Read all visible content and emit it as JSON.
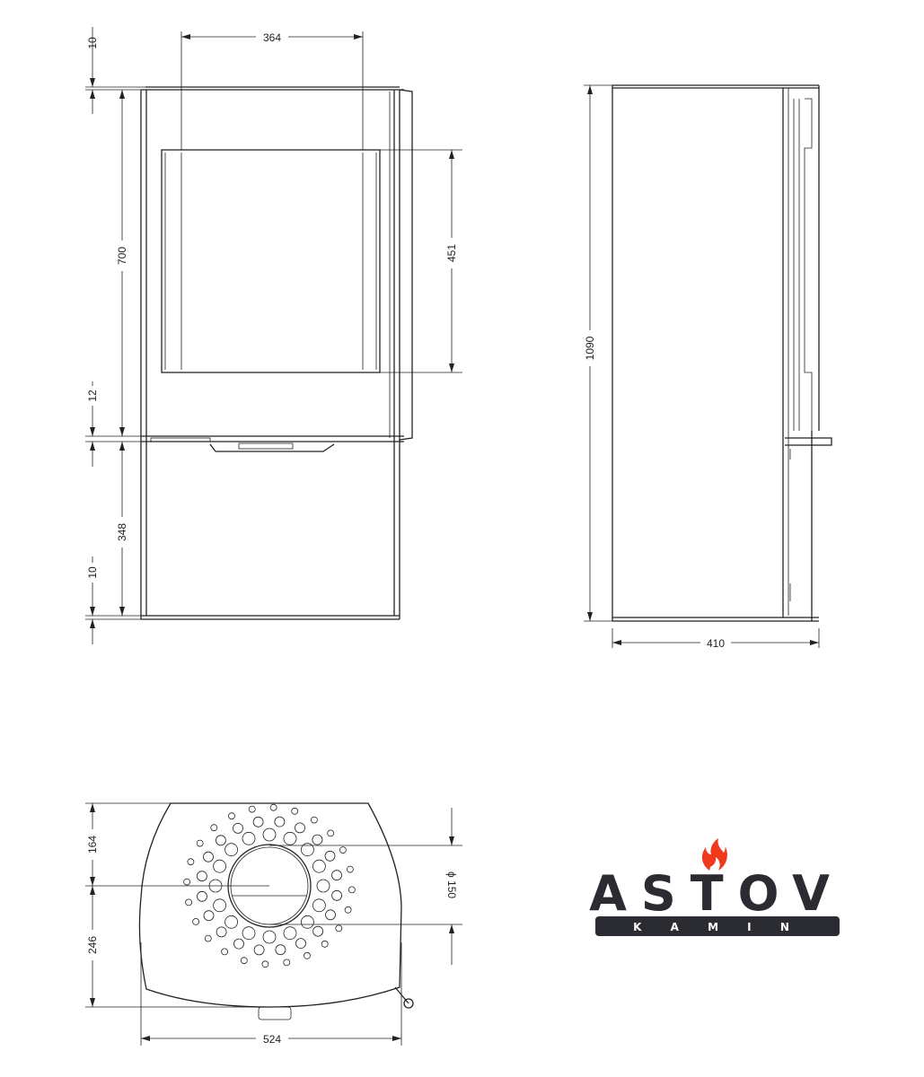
{
  "front_view": {
    "dims": {
      "top_width": "364",
      "top_cap": "10",
      "upper_height": "700",
      "glass_height": "451",
      "mid_gap": "12",
      "lower_height": "348",
      "bottom_plate": "10"
    }
  },
  "side_view": {
    "dims": {
      "total_height": "1090",
      "depth": "410"
    }
  },
  "top_view": {
    "dims": {
      "front_to_flue": "164",
      "flue_to_back": "246",
      "width": "524",
      "flue_diameter": "ϕ 150"
    }
  },
  "logo": {
    "brand": "ASTOV",
    "sub": "K A M I N",
    "flame_color": "#f03a1e",
    "text_color": "#2b2c31"
  }
}
